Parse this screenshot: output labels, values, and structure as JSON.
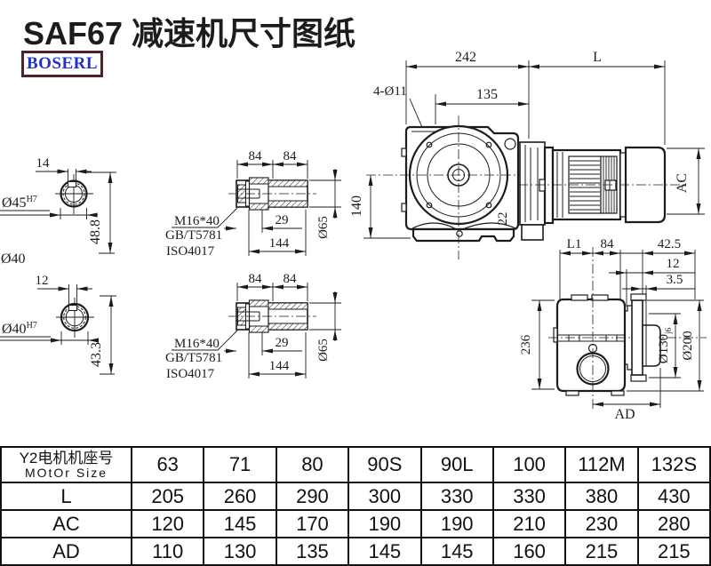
{
  "title": "SAF67 减速机尺寸图纸",
  "logo": "BOSERL",
  "drawing": {
    "section_a": {
      "key_width": "14",
      "bore": "Ø45",
      "tol": "H7",
      "depth": "48.8",
      "shaft": "Ø40"
    },
    "section_b": {
      "key_width": "12",
      "bore": "Ø40",
      "tol": "H7",
      "depth": "43.3"
    },
    "shaft_a": {
      "seg1": "84",
      "seg2": "84",
      "bolt_len": "29",
      "total": "144",
      "dia": "Ø65",
      "bolt": "M16*40",
      "std_gb": "GB/T5781",
      "std_iso": "ISO4017"
    },
    "shaft_b": {
      "seg1": "84",
      "seg2": "84",
      "bolt_len": "29",
      "total": "144",
      "dia": "Ø65",
      "bolt": "M16*40",
      "std_gb": "GB/T5781",
      "std_iso": "ISO4017"
    },
    "front": {
      "width": "242",
      "motor_len": "L",
      "flange": "135",
      "holes": "4-Ø11",
      "height": "140",
      "foot": "22",
      "motor_dia": "AC"
    },
    "side": {
      "l1": "L1",
      "w84": "84",
      "w425": "42.5",
      "w12": "12",
      "w35": "3.5",
      "h236": "236",
      "spigot": "Ø130",
      "spigot_tol": "j6",
      "flange_od": "Ø200",
      "ad": "AD"
    }
  },
  "table": {
    "header_cn": "Y2电机机座号",
    "header_en": "MOtOr Size",
    "columns": [
      "63",
      "71",
      "80",
      "90S",
      "90L",
      "100",
      "112M",
      "132S"
    ],
    "rows": [
      {
        "label": "L",
        "values": [
          "205",
          "260",
          "290",
          "300",
          "330",
          "330",
          "380",
          "430"
        ]
      },
      {
        "label": "AC",
        "values": [
          "120",
          "145",
          "170",
          "190",
          "190",
          "210",
          "230",
          "280"
        ]
      },
      {
        "label": "AD",
        "values": [
          "110",
          "130",
          "135",
          "145",
          "145",
          "160",
          "215",
          "215"
        ]
      }
    ]
  }
}
